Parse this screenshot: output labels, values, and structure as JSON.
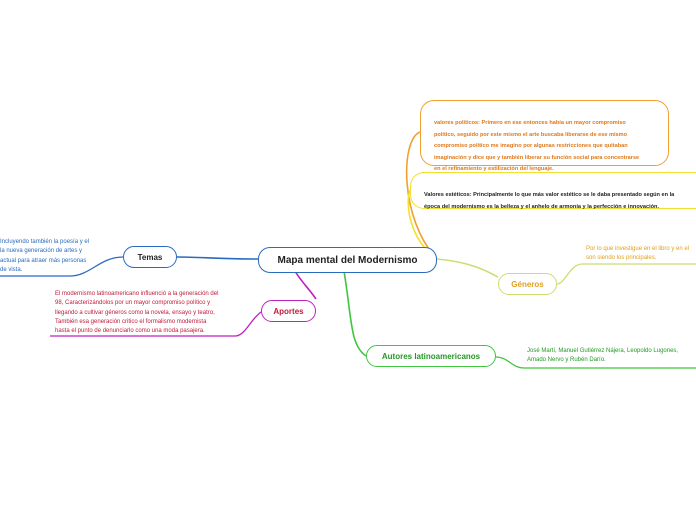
{
  "central": {
    "label": "Mapa mental del Modernismo",
    "color": "#2a6bbd"
  },
  "branches": {
    "temas": {
      "label": "Temas",
      "color": "#2a6bbd",
      "note": "Incluyendo también la poesía y el\nla nueva generación de artes y\nactual para atraer más personas\nde vista."
    },
    "aportes": {
      "label": "Aportes",
      "color": "#c020c0",
      "text_color": "#c01a3a",
      "note": "El modernismo latinoamericano influenció a la generación del\n98, Caracterizándolos por un mayor compromiso político y\nllegando a cultivar géneros como la novela, ensayo y teatro,\nTambién esa generación critico el formalismo modernista\nhasta el punto de denunciarlo como una moda pasajera."
    },
    "generos": {
      "label": "Géneros",
      "color": "#c8e070",
      "text_color": "#e0a020",
      "note": "Por lo que investigue en el libro y en el\nson siendo los principales."
    },
    "autores": {
      "label": "Autores latinoamericanos",
      "color": "#3ec63e",
      "text_color": "#229922",
      "note": "José Martí, Manuel Gutiérrez Nájera, Leopoldo Lugones,\nAmado Nervo y Rubén Darío."
    },
    "valores_politicos": {
      "color": "#f0a030",
      "text_color": "#e07818",
      "text": "valores políticos: Primero en ese entonces había un mayor compromiso\npolítico, seguido por este mismo el arte buscaba liberarse de ese mismo\ncompromiso político me imagino por algunas restricciones que quitaban\nimaginación y dice que y también liberar su función social para concentrarse\nen el refinamiento y estilización del lenguaje."
    },
    "valores_esteticos": {
      "color": "#f0e030",
      "text_color": "#222222",
      "text": "Valores estéticos: Principalmente lo que más valor estético se le daba presentado según en la\népoca del modernismo es la belleza y el anhelo de armonía y la perfección e innovación."
    }
  }
}
